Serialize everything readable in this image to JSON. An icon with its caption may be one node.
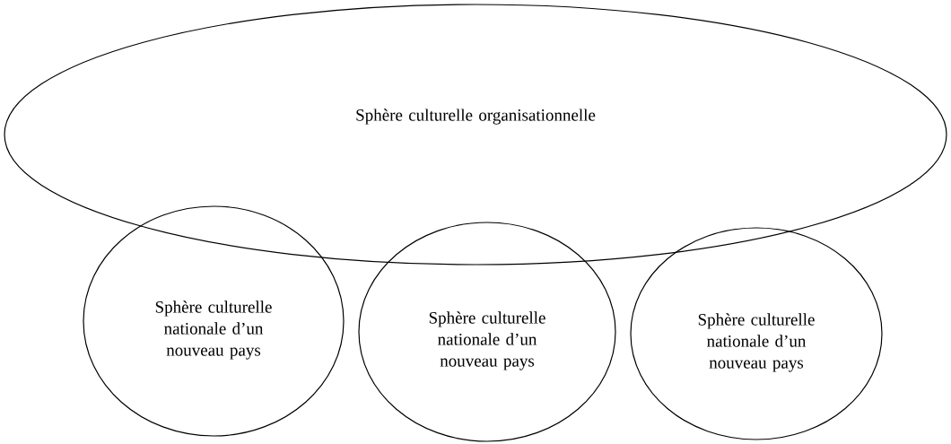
{
  "diagram": {
    "nodes": [
      {
        "text": [
          "Sphère culturelle organisationnelle"
        ]
      },
      {
        "text": [
          "Sphère culturelle nationale d’un nouveau pays"
        ]
      },
      {
        "text": [
          "Sphère culturelle nationale d’un nouveau pays"
        ]
      },
      {
        "text": [
          "Sphère culturelle nationale d’un nouveau pays"
        ]
      }
    ]
  }
}
